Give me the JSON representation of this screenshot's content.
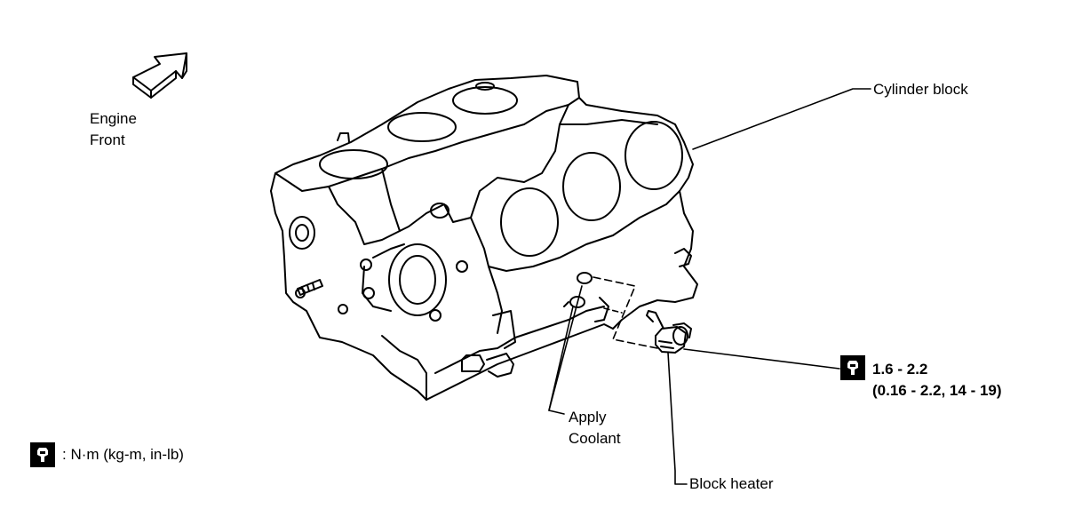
{
  "labels": {
    "engine_front_line1": "Engine",
    "engine_front_line2": "Front",
    "cylinder_block": "Cylinder block",
    "torque_value": "1.6 - 2.2",
    "torque_value_units": "(0.16 - 2.2, 14 - 19)",
    "apply_coolant_line1": "Apply",
    "apply_coolant_line2": "Coolant",
    "block_heater": "Block heater",
    "torque_legend": ": N·m (kg-m, in-lb)"
  },
  "icons": {
    "direction": "engine-front-arrow-icon",
    "torque": "torque-wrench-icon"
  },
  "colors": {
    "line": "#000000",
    "background": "#ffffff"
  }
}
